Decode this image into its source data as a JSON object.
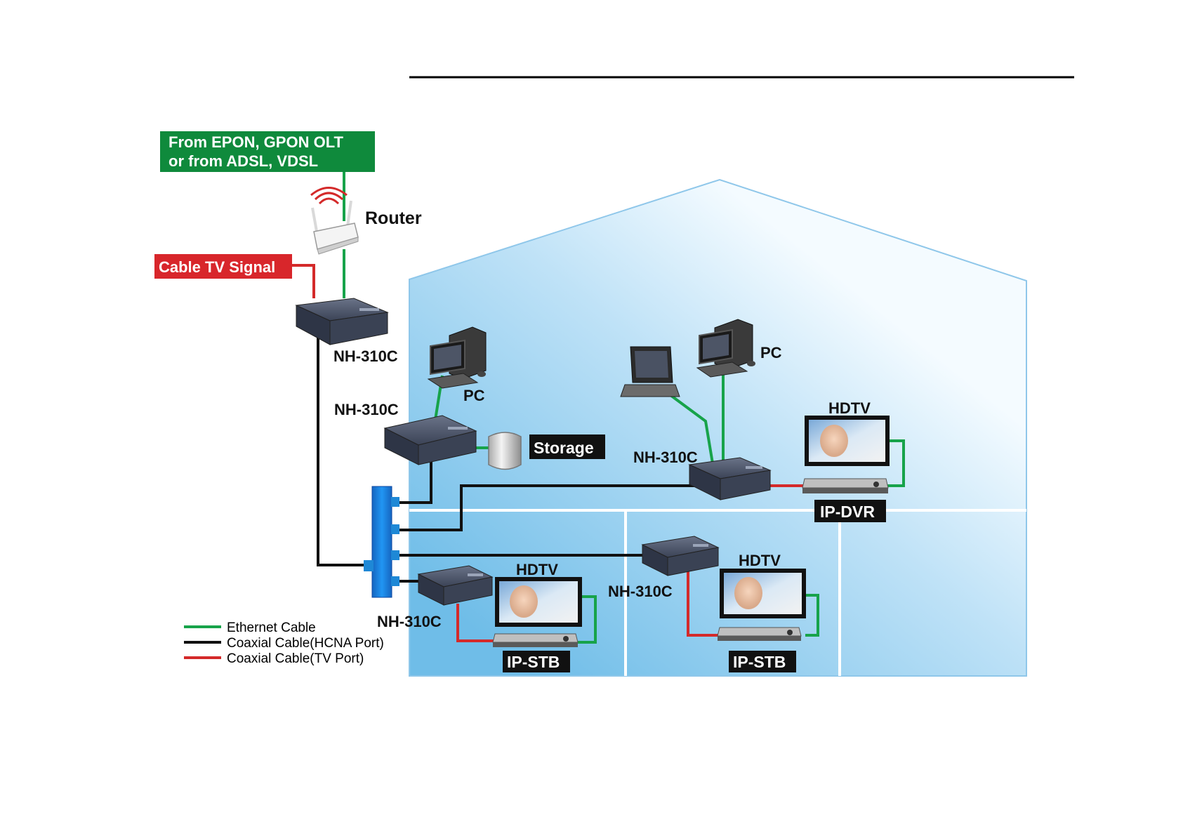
{
  "source_box": {
    "line1": "From EPON, GPON OLT",
    "line2": "or from ADSL, VDSL"
  },
  "router": {
    "label": "Router"
  },
  "cable_tv": {
    "label": "Cable TV Signal"
  },
  "nh_labels": {
    "main": "NH-310C",
    "office": "NH-310C",
    "living": "NH-310C",
    "bedroom_left": "NH-310C",
    "bedroom_mid": "NH-310C"
  },
  "pc_labels": {
    "office": "PC",
    "living": "PC"
  },
  "storage": {
    "label": "Storage"
  },
  "hdtv_labels": {
    "living": "HDTV",
    "bedroom_left": "HDTV",
    "bedroom_mid": "HDTV"
  },
  "box_labels": {
    "dvr": "IP-DVR",
    "stb_left": "IP-STB",
    "stb_mid": "IP-STB"
  },
  "legend": [
    {
      "label": "Ethernet Cable",
      "color": "#17a34a"
    },
    {
      "label": "Coaxial Cable(HCNA Port)",
      "color": "#111111"
    },
    {
      "label": "Coaxial Cable(TV Port)",
      "color": "#d42a2a"
    }
  ],
  "colors": {
    "ethernet": "#17a34a",
    "coax_hcna": "#111111",
    "coax_tv": "#d42a2a",
    "splitter": "#1e88d6",
    "source_box": "#0f8a3c",
    "cable_tv_box": "#d8262b"
  }
}
